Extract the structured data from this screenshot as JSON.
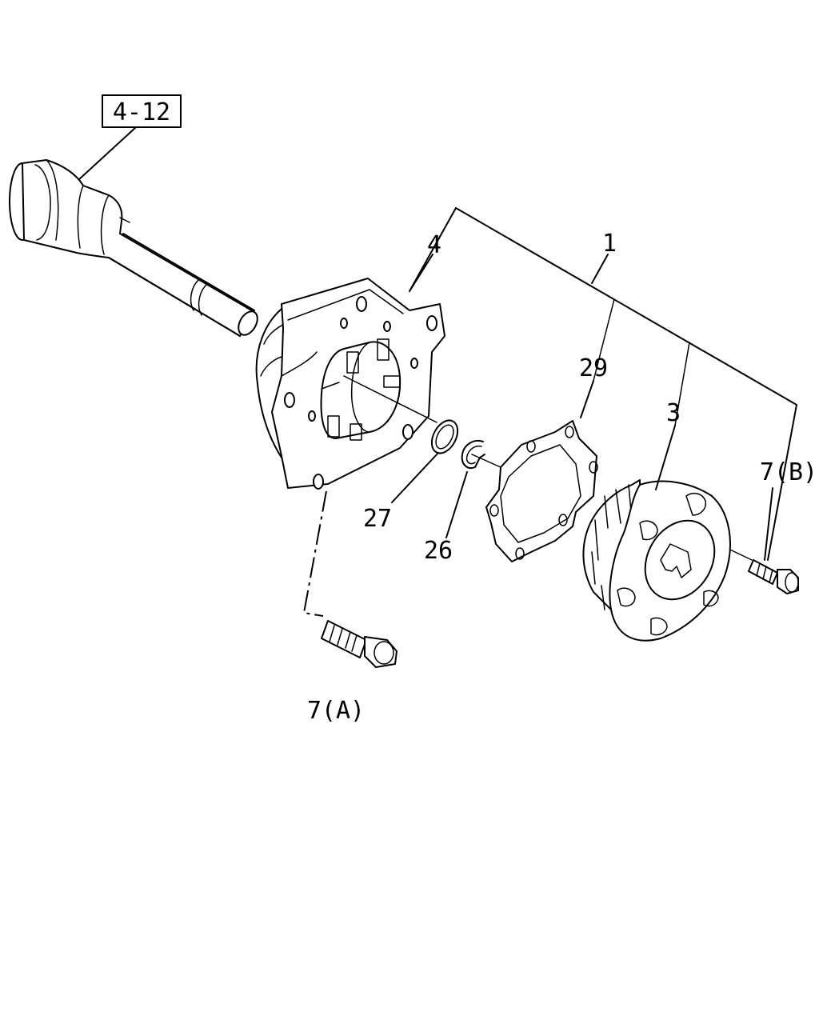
{
  "reference": "4-12",
  "callouts": {
    "assembly": "1",
    "hub": "4",
    "gasket": "29",
    "hub_cap": "3",
    "snap_ring_27": "27",
    "snap_ring_26": "26",
    "bolt_a": "7(A)",
    "bolt_b": "7(B)"
  }
}
